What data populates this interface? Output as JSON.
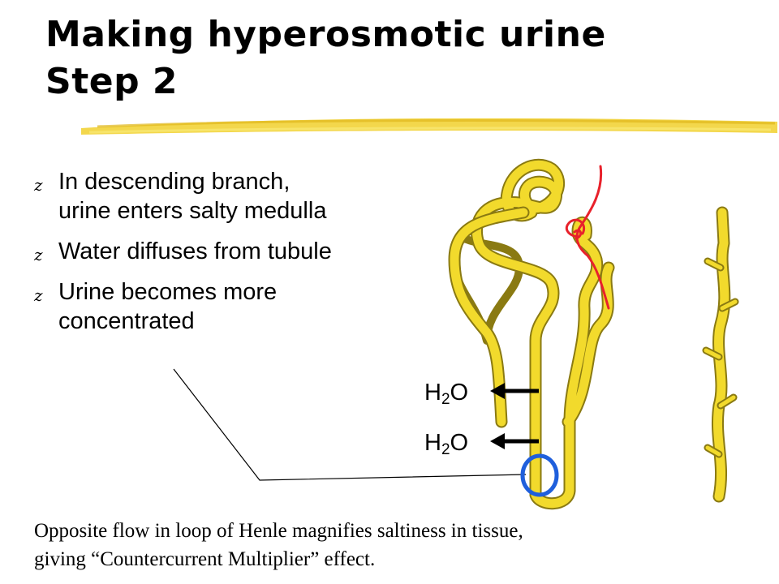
{
  "slide": {
    "title_line1": "Making hyperosmotic urine",
    "title_line2": "Step 2",
    "bullet_glyph": "z",
    "bullets": [
      {
        "line1": "In descending branch,",
        "line2": "urine enters salty medulla"
      },
      {
        "line1": "Water diffuses from tubule",
        "line2": ""
      },
      {
        "line1": "Urine becomes more",
        "line2": "concentrated"
      }
    ],
    "water_label": {
      "h": "H",
      "sub": "2",
      "o": "O"
    },
    "caption_line1": "Opposite flow in loop of Henle magnifies saltiness in tissue,",
    "caption_line2": "giving “Countercurrent Multiplier” effect.",
    "colors": {
      "tubule": "#f2da2c",
      "tubule_outline": "#8a7a12",
      "vessel": "#e8212b",
      "highlight_circle": "#1f5fdc",
      "underline": "#f2d338"
    }
  }
}
